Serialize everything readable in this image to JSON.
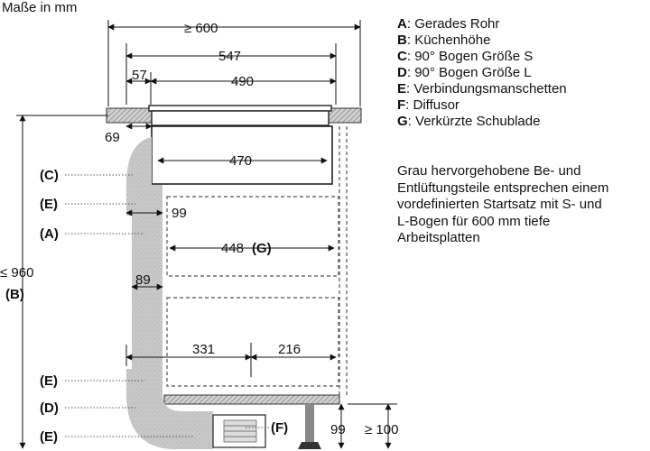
{
  "title": "Maße in mm",
  "legend": [
    {
      "key": "A",
      "text": "Gerades Rohr"
    },
    {
      "key": "B",
      "text": "Küchenhöhe"
    },
    {
      "key": "C",
      "text": "90° Bogen Größe S"
    },
    {
      "key": "D",
      "text": "90° Bogen Größe L"
    },
    {
      "key": "E",
      "text": "Verbindungsmanschetten"
    },
    {
      "key": "F",
      "text": "Diffusor"
    },
    {
      "key": "G",
      "text": "Verkürzte Schublade"
    }
  ],
  "description": [
    "Grau hervorgehobene Be- und",
    "Entlüftungsteile entsprechen einem",
    "vordefinierten Startsatz mit S- und",
    "L-Bogen für 600 mm tiefe",
    "Arbeitsplatten"
  ],
  "dimensions": {
    "d600": "≥ 600",
    "d547": "547",
    "d57": "57",
    "d490": "490",
    "d69": "69",
    "d470": "470",
    "d99a": "99",
    "d448": "448",
    "d448g": "(G)",
    "d89": "89",
    "d331": "331",
    "d216": "216",
    "d960": "≤ 960",
    "d960b": "(B)",
    "d99b": "99",
    "d100": "≥ 100"
  },
  "callouts": {
    "c": "(C)",
    "e1": "(E)",
    "a": "(A)",
    "e2": "(E)",
    "d": "(D)",
    "e3": "(E)",
    "f": "(F)"
  }
}
